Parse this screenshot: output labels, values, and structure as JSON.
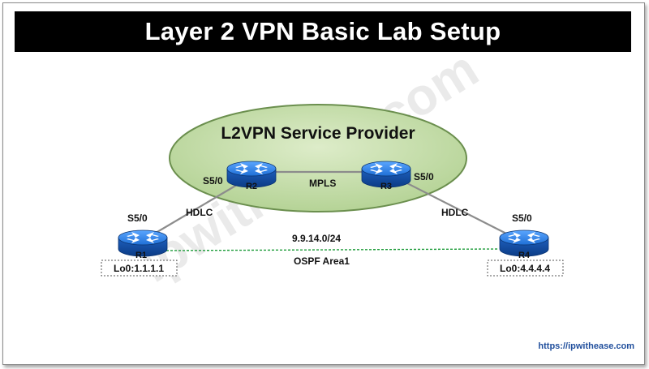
{
  "title": "Layer 2 VPN Basic Lab Setup",
  "cloud_label": "L2VPN Service Provider",
  "routers": {
    "r1": {
      "name": "R1",
      "interface": "S5/0",
      "loopback": "Lo0:1.1.1.1"
    },
    "r2": {
      "name": "R2",
      "interface": "S5/0"
    },
    "r3": {
      "name": "R3",
      "interface": "S5/0"
    },
    "r4": {
      "name": "R4",
      "interface": "S5/0",
      "loopback": "Lo0:4.4.4.4"
    }
  },
  "links": {
    "r1_r2": "HDLC",
    "r2_r3": "MPLS",
    "r3_r4": "HDLC",
    "r1_r4_subnet": "9.9.14.0/24",
    "r1_r4_protocol": "OSPF Area1"
  },
  "watermark": "ipwithease.com",
  "footer_url": "https://ipwithease.com",
  "colors": {
    "cloud_fill": "#c9e1b3",
    "cloud_stroke": "#6b8f4e",
    "router_blue": "#1f5fc4",
    "ospf_line": "#1e9c3a",
    "footer_url": "#1f4e9c"
  }
}
